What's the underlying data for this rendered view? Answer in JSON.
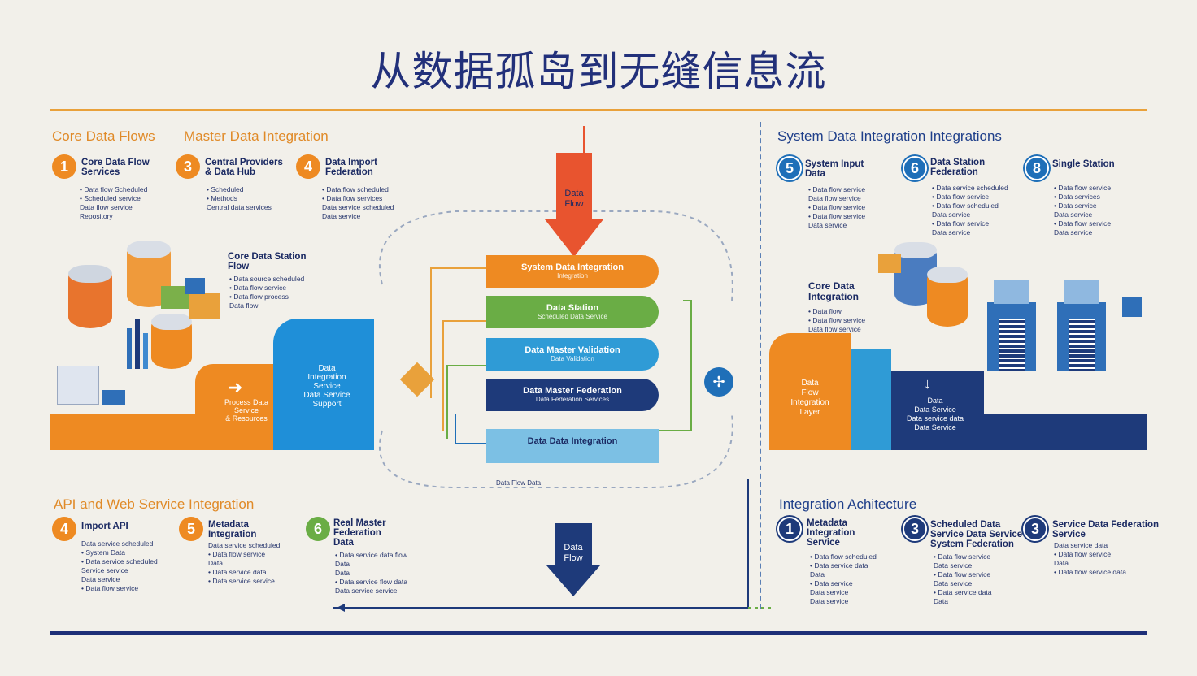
{
  "title": "从数据孤岛到无缝信息流",
  "colors": {
    "orange": "#ee8a22",
    "blue": "#1f6fb8",
    "navy": "#1e3a7a",
    "green": "#6aad45",
    "cyan": "#2f9bd6",
    "lightblue": "#7cc0e4",
    "red": "#e8542f",
    "bg": "#f2f0ea"
  },
  "left_panel": {
    "section1": "Core Data Flows",
    "section2": "Master Data Integration",
    "items": [
      {
        "num": "1",
        "title": "Core Data Flow\nServices",
        "bullets": "• Data flow Scheduled\n• Scheduled service\n  Data flow service\n  Repository"
      },
      {
        "num": "3",
        "title": "Central Providers\n& Data Hub",
        "bullets": "• Scheduled\n• Methods\n  Central data services"
      },
      {
        "num": "4",
        "title": "Data Import\nFederation",
        "bullets": "• Data flow scheduled\n• Data flow services\n  Data service scheduled\n  Data service"
      }
    ],
    "flow_title": "Core Data Station\nFlow",
    "flow_bullets": "• Data source scheduled\n• Data flow service\n• Data flow process\n  Data flow",
    "orange_box": "Process Data\nService\n& Resources",
    "blue_box": "Data\nIntegration\nService\nData Service\nSupport"
  },
  "center": {
    "arrow_label": "Data\nFlow",
    "bars": [
      {
        "title": "System Data Integration",
        "sub": "Integration"
      },
      {
        "title": "Data Station",
        "sub": "Scheduled Data Service"
      },
      {
        "title": "Data Master Validation",
        "sub": "Data Validation"
      },
      {
        "title": "Data Master Federation",
        "sub": "Data Federation Services"
      },
      {
        "title": "Data Data Integration",
        "sub": ""
      }
    ],
    "loop_label": "Data Flow Data",
    "bottom_arrow": "Data\nFlow"
  },
  "right_panel": {
    "section": "System Data Integration Integrations",
    "items": [
      {
        "num": "5",
        "title": "System Input\nData",
        "bullets": "• Data flow service\n  Data flow service\n• Data flow service\n• Data flow service\n  Data service"
      },
      {
        "num": "6",
        "title": "Data Station\nFederation",
        "bullets": "• Data service scheduled\n• Data flow service\n• Data flow scheduled\n  Data service\n• Data flow service\n  Data service"
      },
      {
        "num": "8",
        "title": "Single Station",
        "bullets": "• Data flow service\n• Data services\n• Data service\n  Data service\n• Data flow service\n  Data service"
      }
    ],
    "core_title": "Core Data\nIntegration",
    "core_bullets": "• Data flow\n• Data flow service\n  Data flow service",
    "orange_box": "Data\nFlow\nIntegration\nLayer",
    "navy_box": "Data\nData Service\nData service data\nData Service"
  },
  "bottom_left": {
    "section": "API and Web Service Integration",
    "items": [
      {
        "num": "4",
        "title": "Import API",
        "bullets": "Data service scheduled\n• System Data\n• Data service scheduled\n  Service service\n  Data service\n• Data flow service"
      },
      {
        "num": "5",
        "title": "Metadata\nIntegration",
        "bullets": "Data service scheduled\n• Data flow service\n  Data\n• Data service data\n• Data service service"
      },
      {
        "num": "6",
        "title": "Real Master\nFederation\nData",
        "bullets": "• Data service data flow\n  Data\n  Data\n• Data service flow data\n  Data service service"
      }
    ]
  },
  "bottom_right": {
    "section": "Integration Achitecture",
    "items": [
      {
        "num": "1",
        "title": "Metadata\nIntegration\nService",
        "bullets": "• Data flow scheduled\n• Data service data\n  Data\n• Data service\n  Data service\n  Data service"
      },
      {
        "num": "3",
        "title": "Scheduled Data\nService Data Service\nSystem Federation",
        "bullets": "• Data flow service\n  Data service\n• Data flow service\n  Data service\n• Data service data\n  Data"
      },
      {
        "num": "3",
        "title": "Service Data Federation\nService",
        "bullets": "Data service data\n• Data flow service\n  Data\n• Data flow service data"
      }
    ]
  }
}
